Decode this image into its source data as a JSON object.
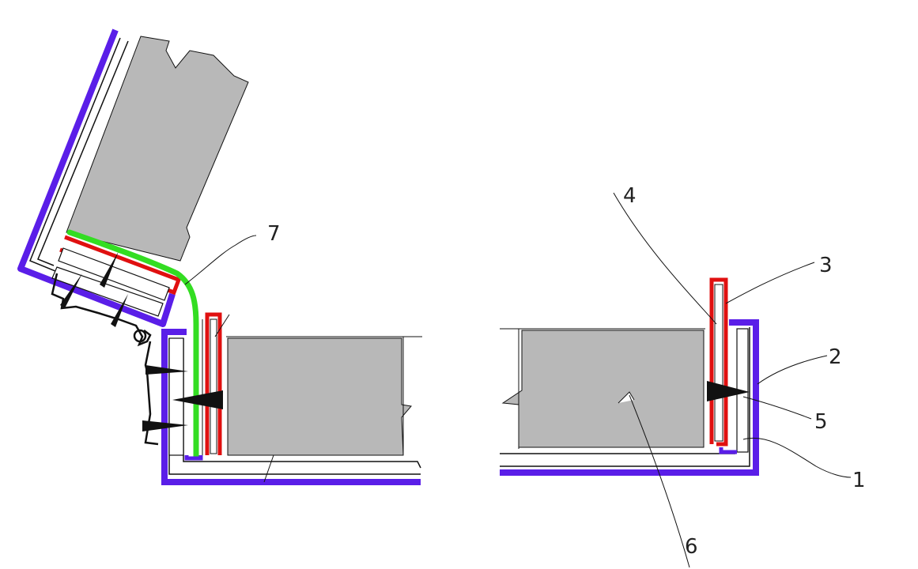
{
  "labels": {
    "one": "1",
    "two": "2",
    "three": "3",
    "four": "4",
    "five": "5",
    "six": "6",
    "seven": "7"
  },
  "colors": {
    "outer_channel": "#5a1ee8",
    "inner_channel": "#e01010",
    "seal_strip": "#33dd22",
    "panel_fill": "#b8b8b8",
    "line": "#111111"
  }
}
